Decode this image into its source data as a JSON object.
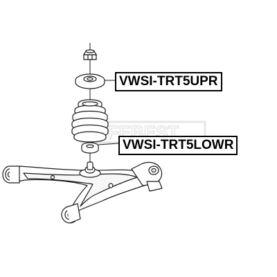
{
  "callouts": {
    "upper": "VWSI-TRT5UPR",
    "lower": "VWSI-TRT5LOWR"
  },
  "watermark": "FEBEST",
  "colors": {
    "line": "#1a1a1a",
    "fill": "#ffffff",
    "watermark": "#cfcfcf",
    "label_border": "#000000"
  }
}
